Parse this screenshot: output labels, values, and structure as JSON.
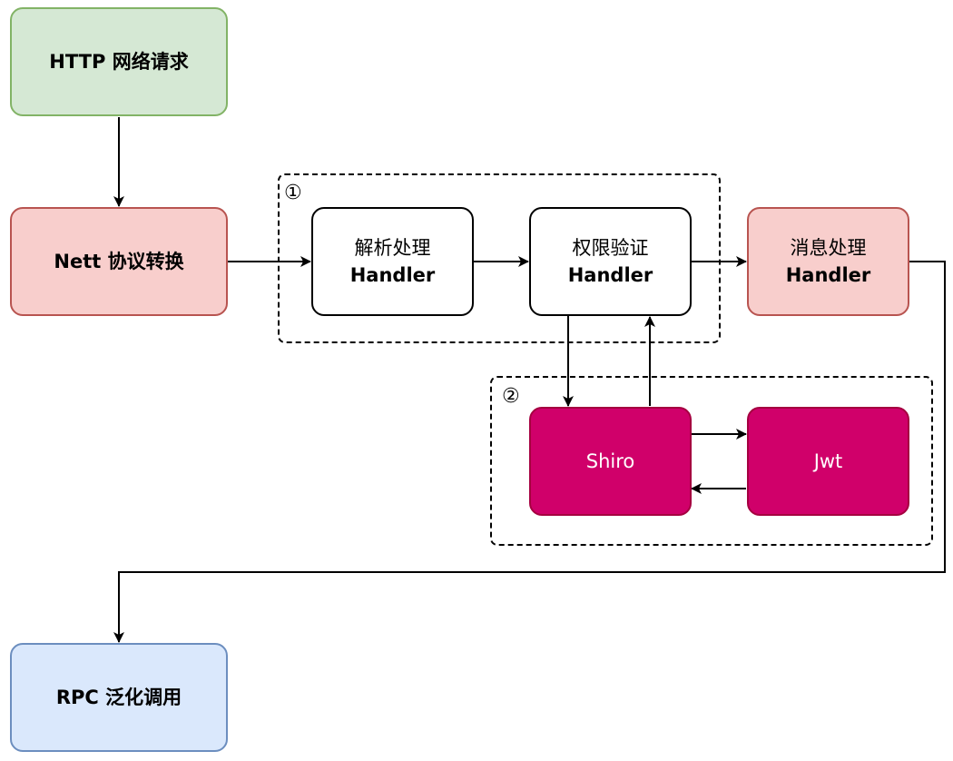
{
  "diagram": {
    "nodes": {
      "http_request": {
        "label": "HTTP 网络请求"
      },
      "netty_convert": {
        "label": "Nett 协议转换"
      },
      "parse_handler": {
        "line1": "解析处理",
        "line2": "Handler"
      },
      "auth_handler": {
        "line1": "权限验证",
        "line2": "Handler"
      },
      "message_handler": {
        "line1": "消息处理",
        "line2": "Handler"
      },
      "shiro": {
        "label": "Shiro"
      },
      "jwt": {
        "label": "Jwt"
      },
      "rpc_call": {
        "label": "RPC 泛化调用"
      }
    },
    "groups": {
      "group1_marker": "①",
      "group2_marker": "②"
    },
    "colors": {
      "green_fill": "#d5e8d4",
      "red_fill": "#f8cecc",
      "blue_fill": "#dae8fc",
      "magenta_fill": "#d0006a",
      "edge": "#000000"
    }
  }
}
